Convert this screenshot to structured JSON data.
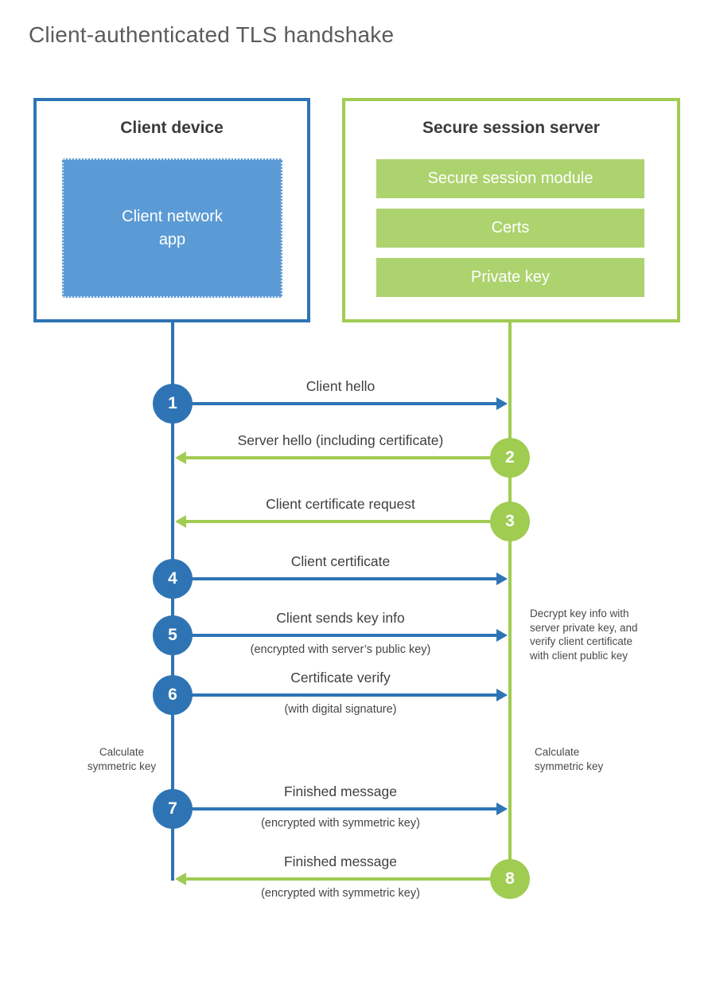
{
  "title": "Client-authenticated TLS handshake",
  "colors": {
    "blue": "#2E74B5",
    "blue_fill": "#5B9BD5",
    "green": "#A0CC52",
    "green_fill": "#ACD36E"
  },
  "client_box": {
    "title": "Client device",
    "app_label": "Client network\napp"
  },
  "server_box": {
    "title": "Secure session server",
    "modules": [
      "Secure session module",
      "Certs",
      "Private key"
    ]
  },
  "steps": [
    {
      "num": "1",
      "direction": "right",
      "actor": "client",
      "label": "Client hello",
      "sub": ""
    },
    {
      "num": "2",
      "direction": "left",
      "actor": "server",
      "label": "Server hello (including certificate)",
      "sub": ""
    },
    {
      "num": "3",
      "direction": "left",
      "actor": "server",
      "label": "Client certificate request",
      "sub": ""
    },
    {
      "num": "4",
      "direction": "right",
      "actor": "client",
      "label": "Client certificate",
      "sub": ""
    },
    {
      "num": "5",
      "direction": "right",
      "actor": "client",
      "label": "Client sends key info",
      "sub": "(encrypted with server’s public key)"
    },
    {
      "num": "6",
      "direction": "right",
      "actor": "client",
      "label": "Certificate verify",
      "sub": "(with digital signature)"
    },
    {
      "num": "7",
      "direction": "right",
      "actor": "client",
      "label": "Finished message",
      "sub": "(encrypted with symmetric key)"
    },
    {
      "num": "8",
      "direction": "left",
      "actor": "server",
      "label": "Finished message",
      "sub": "(encrypted with symmetric key)"
    }
  ],
  "notes": {
    "server_note": "Decrypt key info with\nserver private key, and\nverify client certificate\nwith client public key",
    "client_calc": "Calculate\nsymmetric key",
    "server_calc": "Calculate\nsymmetric key"
  }
}
